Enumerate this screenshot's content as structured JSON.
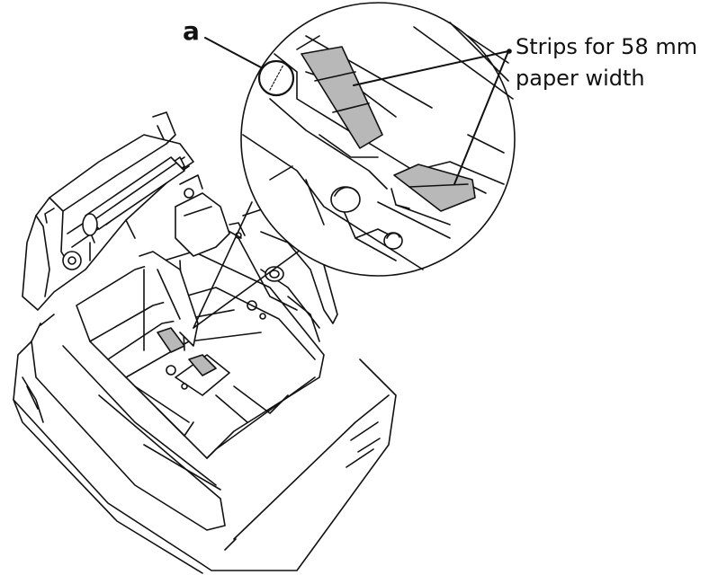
{
  "callouts": {
    "a_label": "a",
    "strips_line1": "Strips for 58 mm",
    "strips_line2": "paper width"
  },
  "colors": {
    "line": "#111111",
    "strip_fill": "#b8b8b8",
    "background": "#ffffff"
  }
}
